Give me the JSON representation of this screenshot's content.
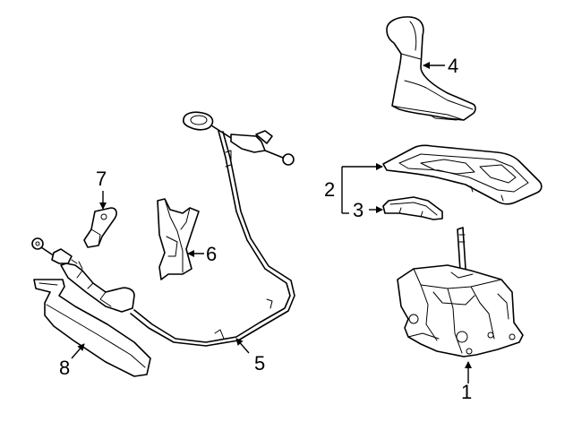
{
  "callouts": {
    "c1": "1",
    "c2": "2",
    "c3": "3",
    "c4": "4",
    "c5": "5",
    "c6": "6",
    "c7": "7",
    "c8": "8"
  },
  "parts": [
    {
      "callout": "1",
      "icon": "shifter-assembly"
    },
    {
      "callout": "2",
      "icon": "shifter-trim-bezel"
    },
    {
      "callout": "3",
      "icon": "indicator-insert"
    },
    {
      "callout": "4",
      "icon": "shift-knob"
    },
    {
      "callout": "5",
      "icon": "shift-cable"
    },
    {
      "callout": "6",
      "icon": "cable-bracket"
    },
    {
      "callout": "7",
      "icon": "retainer-clip"
    },
    {
      "callout": "8",
      "icon": "heat-shield"
    }
  ]
}
